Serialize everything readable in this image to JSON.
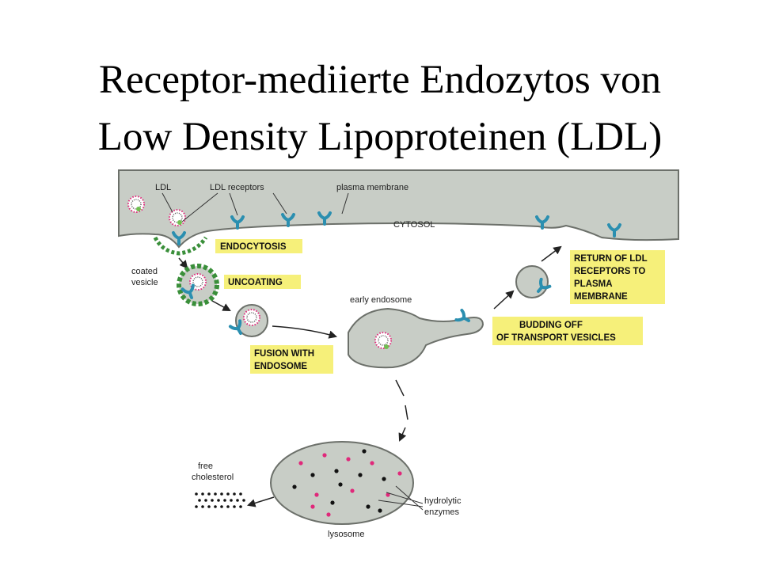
{
  "title": {
    "line1": "Receptor-mediierte Endozytos von",
    "line2": "Low Density Lipoproteinen (LDL)"
  },
  "colors": {
    "membrane": "#c8cdc6",
    "membrane_edge": "#6c706a",
    "receptor": "#2b8fb0",
    "clathrin": "#3a8f3a",
    "label_box": "#f6f07a",
    "enzyme": "#e0287a",
    "cholesterol": "#111111"
  },
  "diagram": {
    "labels": {
      "ldl": "LDL",
      "ldl_receptors": "LDL receptors",
      "plasma_membrane": "plasma membrane",
      "cytosol": "CYTOSOL",
      "coated_vesicle_1": "coated",
      "coated_vesicle_2": "vesicle",
      "early_endosome": "early endosome",
      "free_cholesterol_1": "free",
      "free_cholesterol_2": "cholesterol",
      "hydrolytic_1": "hydrolytic",
      "hydrolytic_2": "enzymes",
      "lysosome": "lysosome"
    },
    "steps": {
      "endocytosis": "ENDOCYTOSIS",
      "uncoating": "UNCOATING",
      "fusion_1": "FUSION WITH",
      "fusion_2": "ENDOSOME",
      "return_1": "RETURN OF LDL",
      "return_2": "RECEPTORS TO",
      "return_3": "PLASMA",
      "return_4": "MEMBRANE",
      "budding_1": "BUDDING OFF",
      "budding_2": "OF TRANSPORT VESICLES"
    }
  }
}
